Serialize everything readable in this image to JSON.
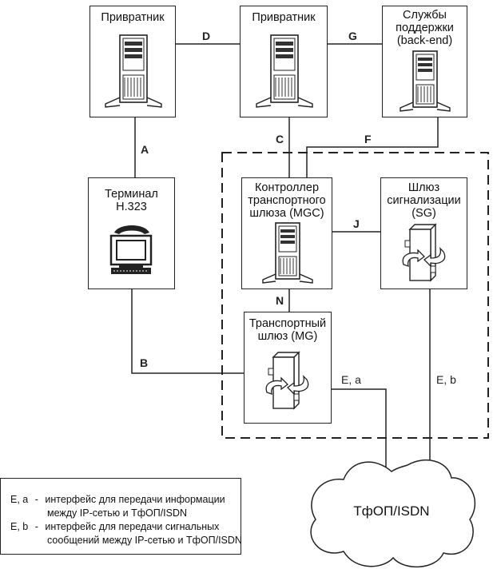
{
  "diagram": {
    "nodes": {
      "gatekeeper_1": {
        "title": "Привратник",
        "icon": "server-tower-icon"
      },
      "gatekeeper_2": {
        "title": "Привратник",
        "icon": "server-tower-icon"
      },
      "backend": {
        "title_lines": [
          "Службы",
          "поддержки",
          "(back-end)"
        ],
        "icon": "server-tower-icon"
      },
      "terminal": {
        "title_lines": [
          "Терминал",
          "H.323"
        ],
        "icon": "phone-computer-icon"
      },
      "mgc": {
        "title_lines": [
          "Контроллер",
          "транспортного",
          "шлюза (MGC)"
        ],
        "icon": "server-tower-icon"
      },
      "sg": {
        "title_lines": [
          "Шлюз",
          "сигнализации",
          "(SG)"
        ],
        "icon": "gateway-switch-icon"
      },
      "mg": {
        "title_lines": [
          "Транспортный",
          "шлюз (MG)"
        ],
        "icon": "gateway-switch-icon"
      },
      "pstn": {
        "title": "ТфОП/ISDN",
        "icon": "cloud-icon"
      }
    },
    "links": [
      {
        "label": "D",
        "from": "gatekeeper_1",
        "to": "gatekeeper_2"
      },
      {
        "label": "G",
        "from": "gatekeeper_2",
        "to": "backend"
      },
      {
        "label": "A",
        "from": "gatekeeper_1",
        "to": "terminal"
      },
      {
        "label": "C",
        "from": "gatekeeper_2",
        "to": "mgc"
      },
      {
        "label": "F",
        "from": "backend",
        "to": "mgc"
      },
      {
        "label": "J",
        "from": "mgc",
        "to": "sg"
      },
      {
        "label": "N",
        "from": "mgc",
        "to": "mg"
      },
      {
        "label": "B",
        "from": "terminal",
        "to": "mg"
      },
      {
        "label": "E, a",
        "from": "mg",
        "to": "pstn"
      },
      {
        "label": "E, b",
        "from": "sg",
        "to": "pstn"
      }
    ],
    "legend": [
      {
        "key": "E, a",
        "sep": "-",
        "lines": [
          "интерфейс для передачи информации",
          "между IP-сетью и ТфОП/ISDN"
        ]
      },
      {
        "key": "E, b",
        "sep": "-",
        "lines": [
          "интерфейс для передачи сигнальных",
          "сообщений между IP-сетью и ТфОП/ISDN"
        ]
      }
    ]
  }
}
